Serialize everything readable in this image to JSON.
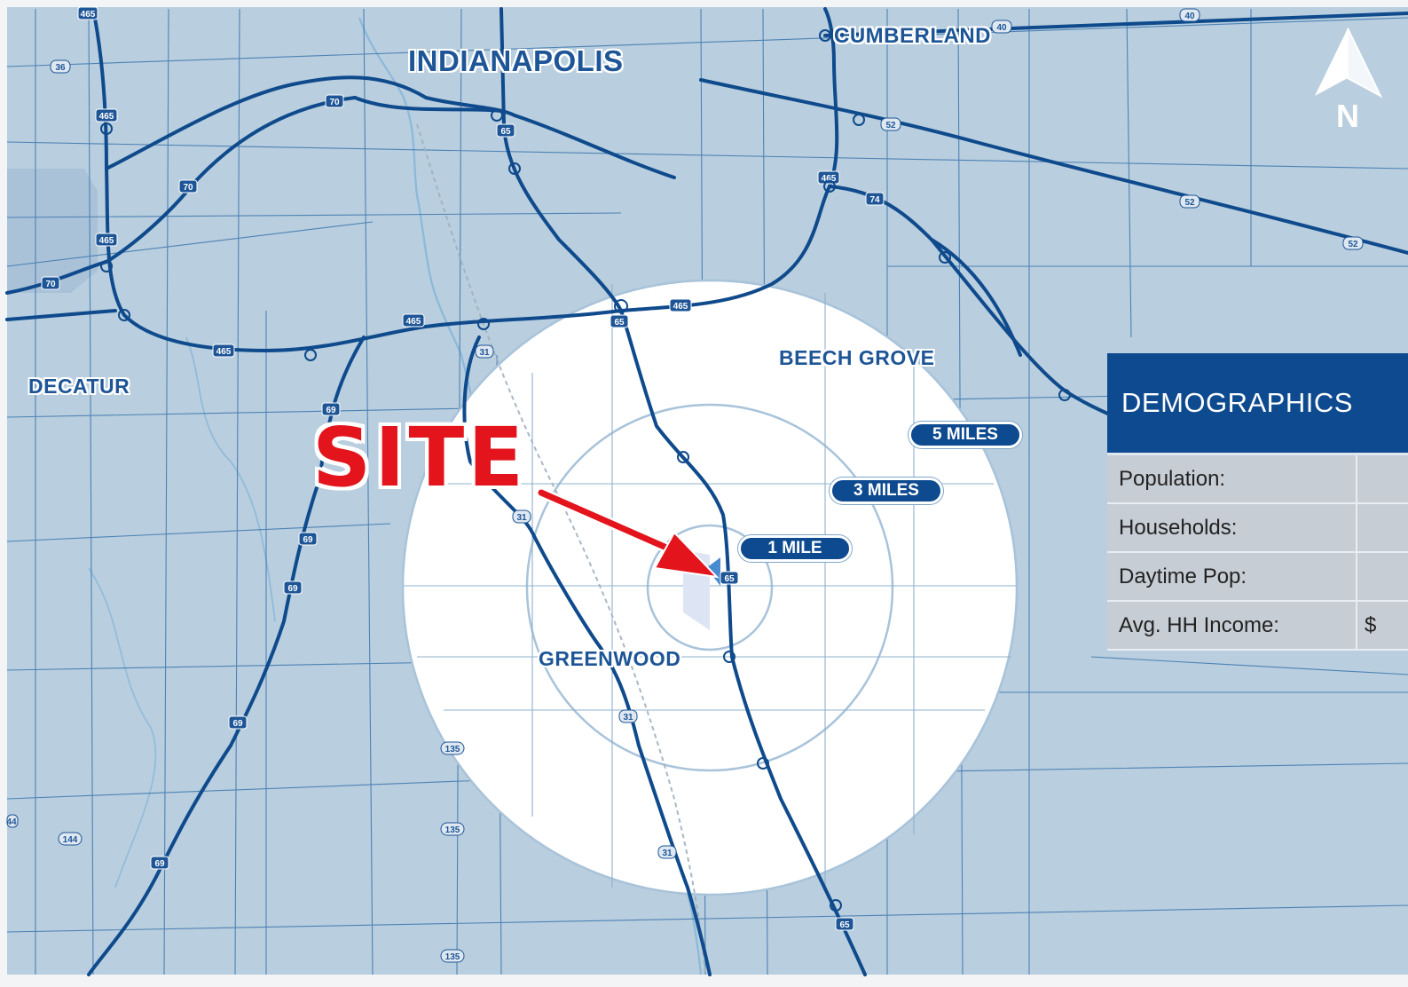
{
  "cities": {
    "indianapolis": "INDIANAPOLIS",
    "cumberland": "CUMBERLAND",
    "decatur": "DECATUR",
    "beech_grove": "BEECH GROVE",
    "greenwood": "GREENWOOD"
  },
  "site": {
    "label": "SITE"
  },
  "rings": {
    "five": "5 MILES",
    "three": "3 MILES",
    "one": "1 MILE"
  },
  "compass": {
    "letter": "N"
  },
  "demographics": {
    "title": "DEMOGRAPHICS",
    "rows": [
      {
        "label": "Population:",
        "value": ""
      },
      {
        "label": "Households:",
        "value": ""
      },
      {
        "label": "Daytime Pop:",
        "value": ""
      },
      {
        "label": "Avg. HH Income:",
        "value": "$"
      }
    ]
  },
  "shields": {
    "i465": "465",
    "i70": "70",
    "i65": "65",
    "i74": "74",
    "i69": "69",
    "us36": "36",
    "us40": "40",
    "us52": "52",
    "us31": "31",
    "sr135": "135",
    "sr144": "144",
    "sr44": "44"
  },
  "colors": {
    "map_bg": "#b9cede",
    "road": "#0e4a8c",
    "ring_fill": "#ffffff",
    "ring_stroke": "#a8c3da",
    "site_text": "#e3141c",
    "panel_header": "#0d4a8f",
    "panel_row": "#c7cdd4"
  }
}
